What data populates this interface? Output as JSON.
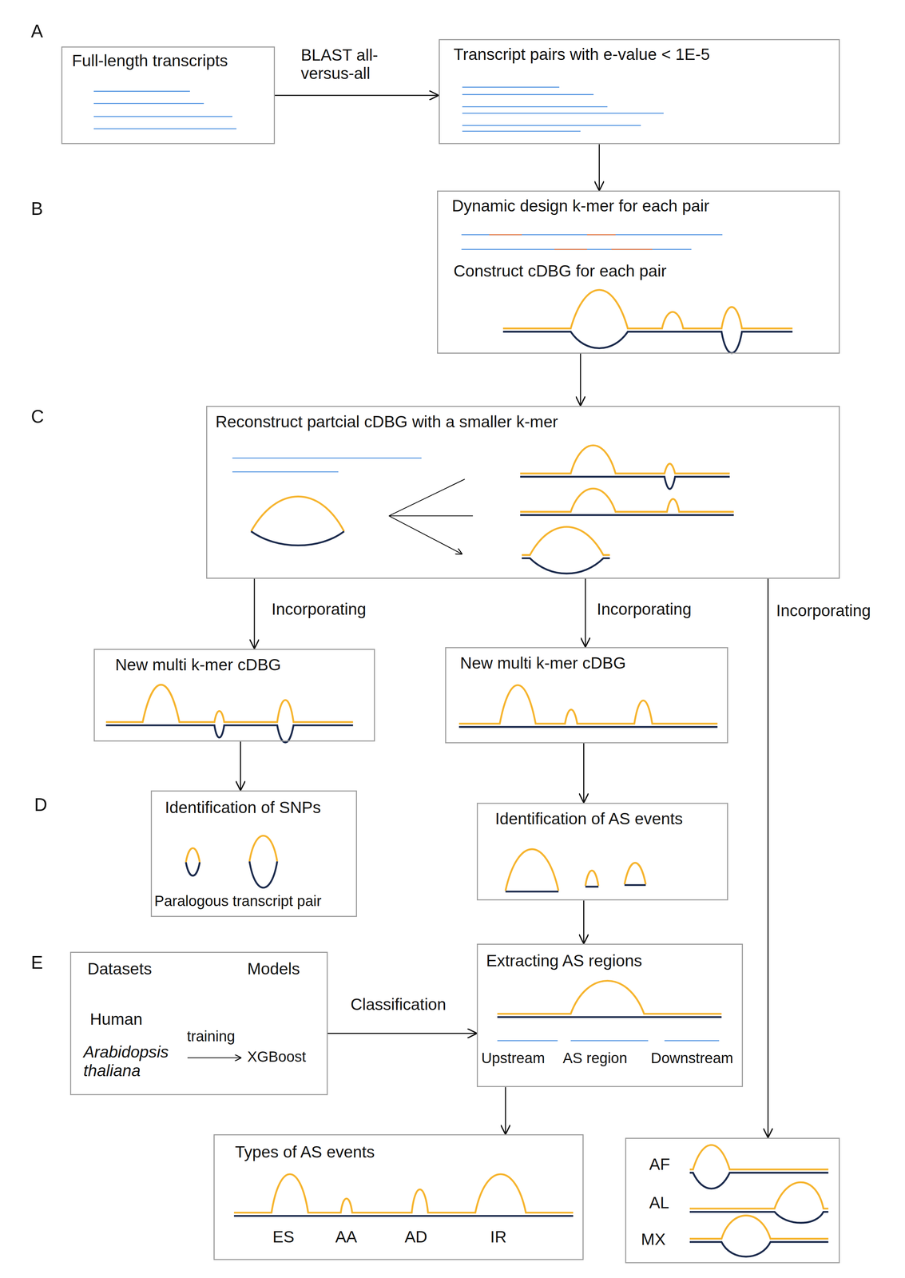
{
  "diagram": {
    "nodes": [
      {
        "text": [
          "Full-length transcripts"
        ]
      },
      {
        "text": [
          "Transcript pairs with e-value < 1E-5"
        ]
      },
      {
        "text": [
          "Dynamic design k-mer for each pair",
          "Construct cDBG for each pair"
        ]
      },
      {
        "text": [
          "Reconstruct partcial cDBG with a smaller k-mer"
        ]
      },
      {
        "text": [
          "New multi k-mer cDBG"
        ]
      },
      {
        "text": [
          "New multi k-mer cDBG"
        ]
      },
      {
        "text": [
          "Identification of SNPs",
          "Paralogous transcript pair"
        ]
      },
      {
        "text": [
          "Identification of AS events"
        ]
      },
      {
        "text": [
          "Datasets",
          "Models",
          "Human",
          "Arabidopsis thaliana",
          "training",
          "XGBoost"
        ]
      },
      {
        "text": [
          "Extracting AS regions",
          "Upstream",
          "AS region",
          "Downstream"
        ]
      },
      {
        "text": [
          "Types of AS events",
          "ES",
          "AA",
          "AD",
          "IR"
        ]
      },
      {
        "text": [
          "AF",
          "AL",
          "MX"
        ]
      }
    ],
    "edges": [
      {
        "from": 0,
        "to": 1,
        "label": "BLAST all-versus-all",
        "arrow": "to"
      },
      {
        "from": 1,
        "to": 2,
        "arrow": "to"
      },
      {
        "from": 2,
        "to": 3,
        "arrow": "to"
      },
      {
        "from": 3,
        "to": 4,
        "label": "Incorporating",
        "arrow": "to"
      },
      {
        "from": 3,
        "to": 5,
        "label": "Incorporating",
        "arrow": "to"
      },
      {
        "from": 3,
        "to": 11,
        "label": "Incorporating",
        "arrow": "to"
      },
      {
        "from": 4,
        "to": 6,
        "arrow": "to"
      },
      {
        "from": 5,
        "to": 7,
        "arrow": "to"
      },
      {
        "from": 7,
        "to": 9,
        "arrow": "to"
      },
      {
        "from": 8,
        "to": 9,
        "label": "Classification",
        "arrow": "to"
      },
      {
        "from": 9,
        "to": 10,
        "arrow": "to"
      }
    ],
    "labels": [
      "A",
      "B",
      "C",
      "D",
      "E"
    ]
  }
}
